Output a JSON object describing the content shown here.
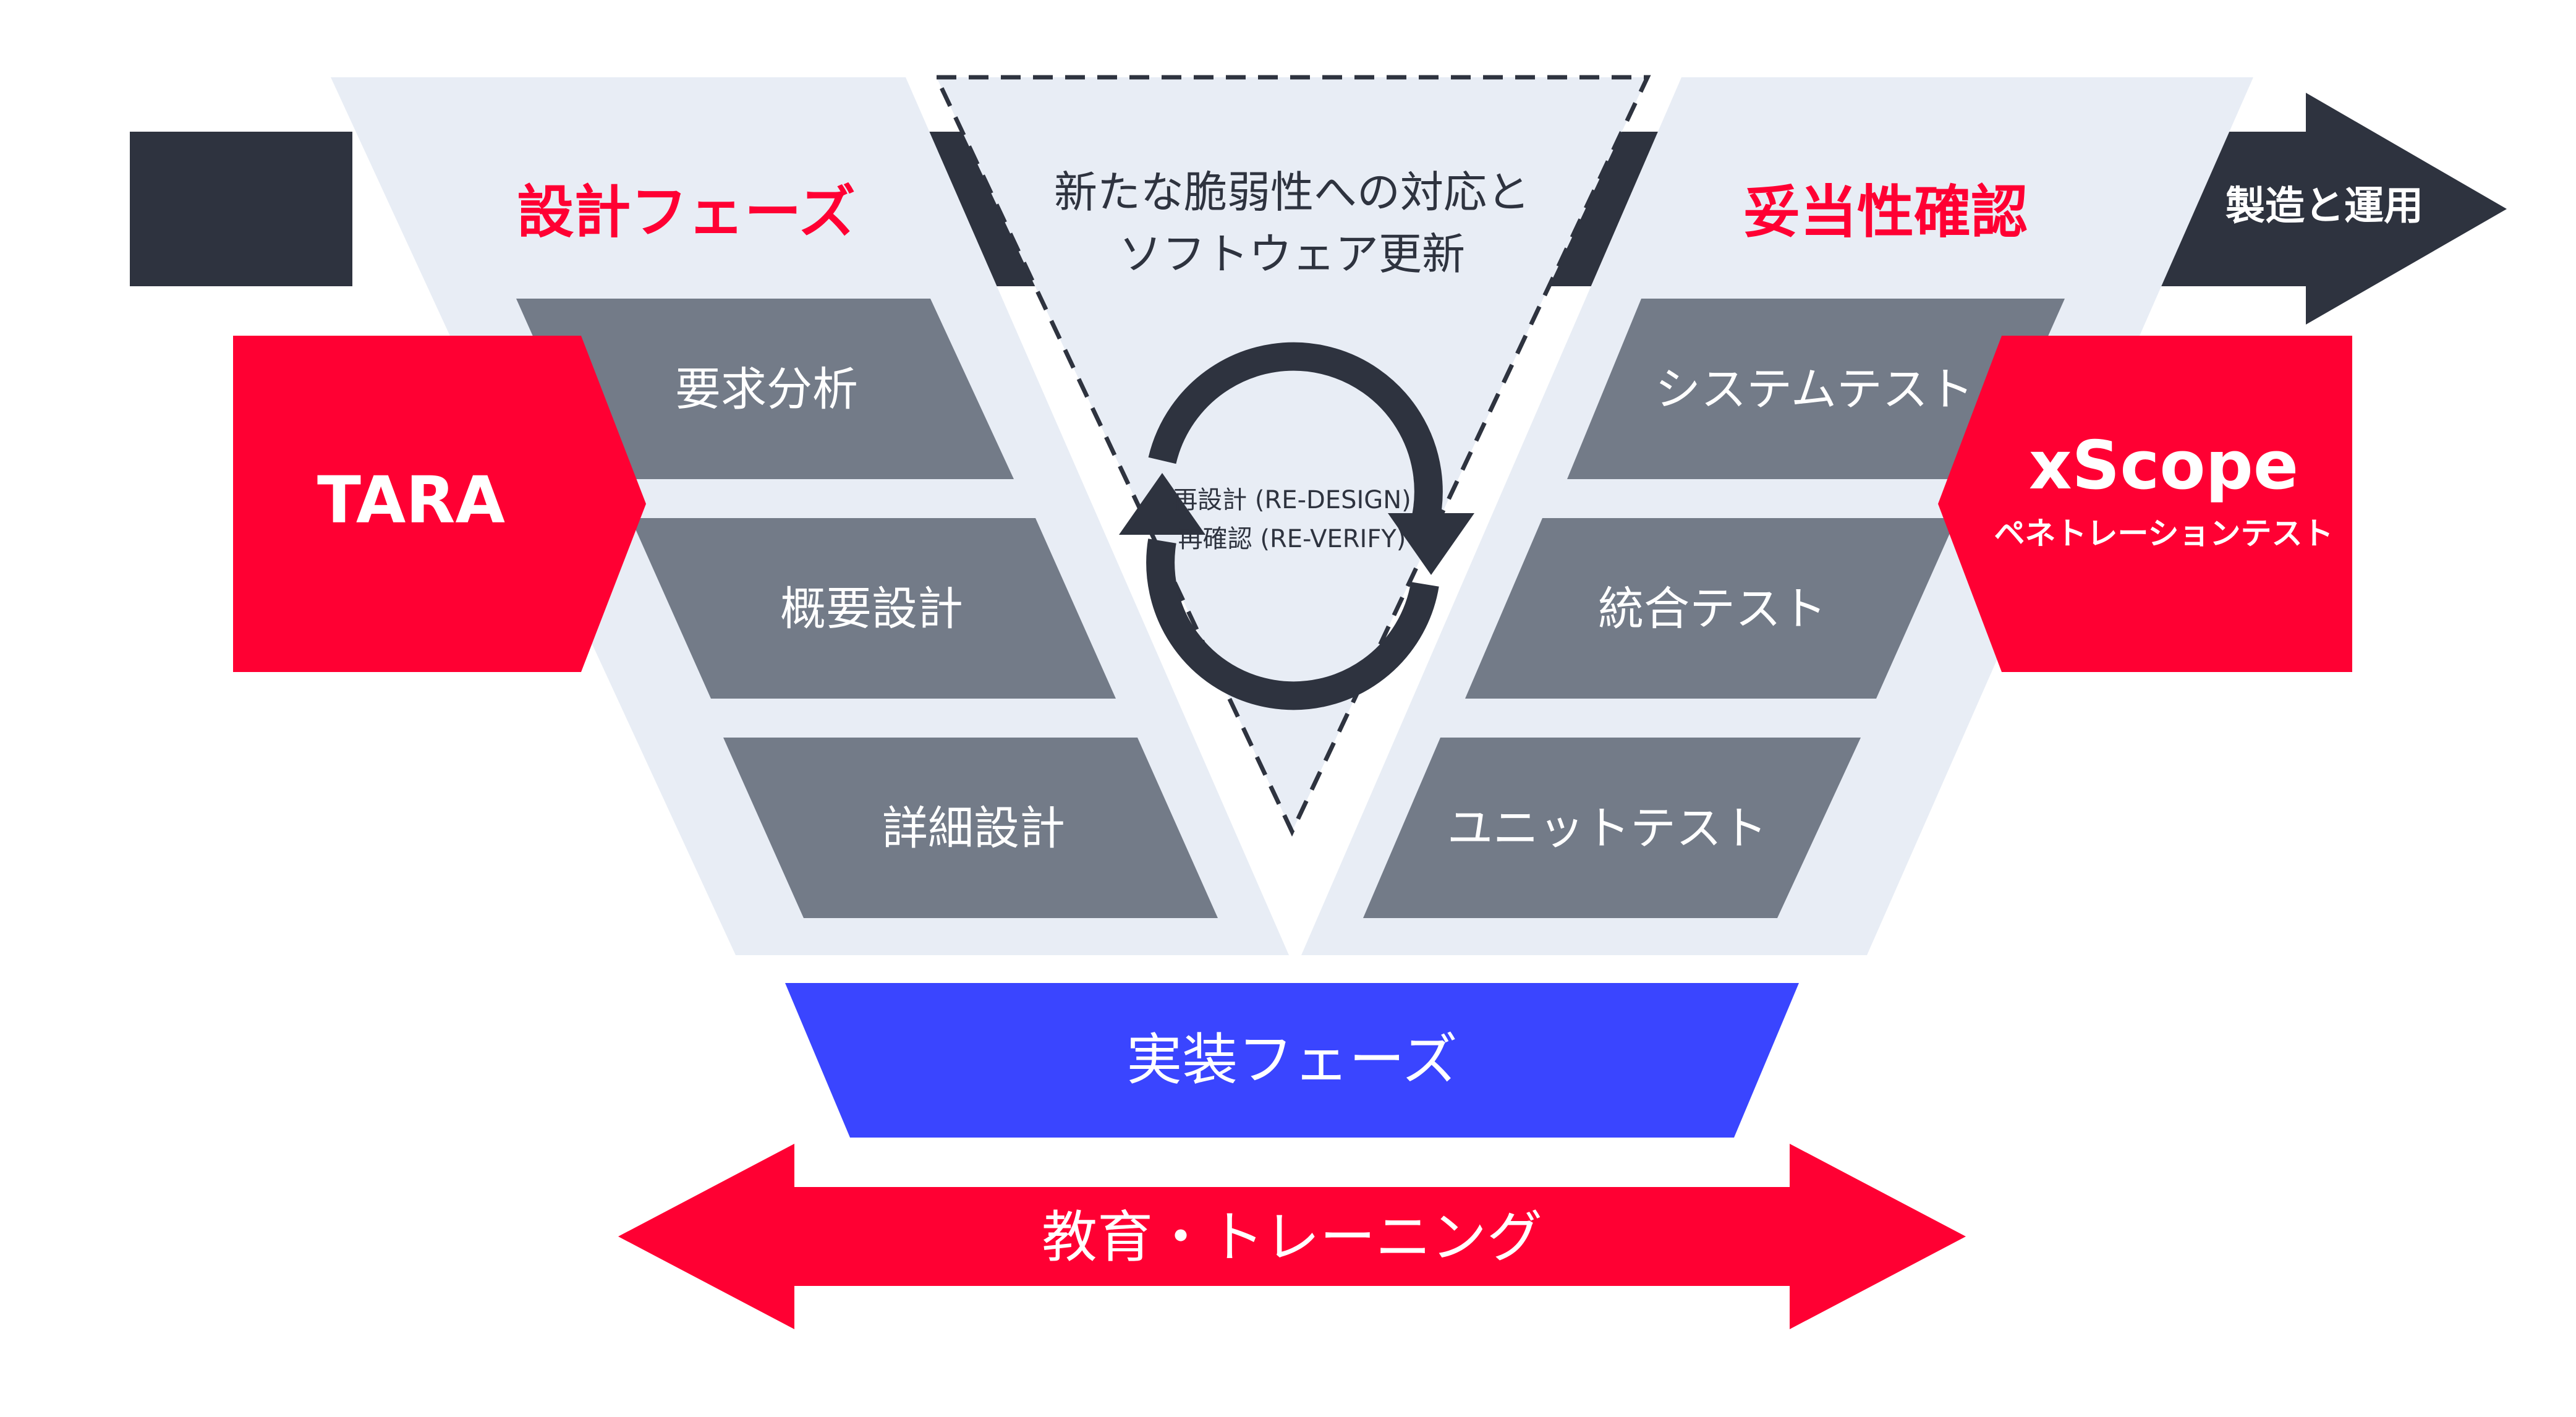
{
  "flow_label": "製造と運用",
  "design_phase": {
    "title": "設計フェーズ",
    "steps": [
      "要求分析",
      "概要設計",
      "詳細設計"
    ]
  },
  "validation_phase": {
    "title": "妥当性確認",
    "steps": [
      "システムテスト",
      "統合テスト",
      "ユニットテスト"
    ]
  },
  "vulnerability": {
    "line1": "新たな脆弱性への対応と",
    "line2": "ソフトウェア更新",
    "cycle_line1": "再設計 (RE-DESIGN)",
    "cycle_line2": "再確認 (RE-VERIFY)"
  },
  "tara": {
    "label": "TARA"
  },
  "xscope": {
    "title": "xScope",
    "subtitle": "ペネトレーションテスト"
  },
  "implementation": {
    "label": "実装フェーズ"
  },
  "training": {
    "label": "教育・トレーニング"
  },
  "colors": {
    "accent_red": "#ff0033",
    "dark": "#2e333f",
    "panel": "#e8edf5",
    "step_gray": "#737b88",
    "impl_blue": "#3a45ff"
  }
}
